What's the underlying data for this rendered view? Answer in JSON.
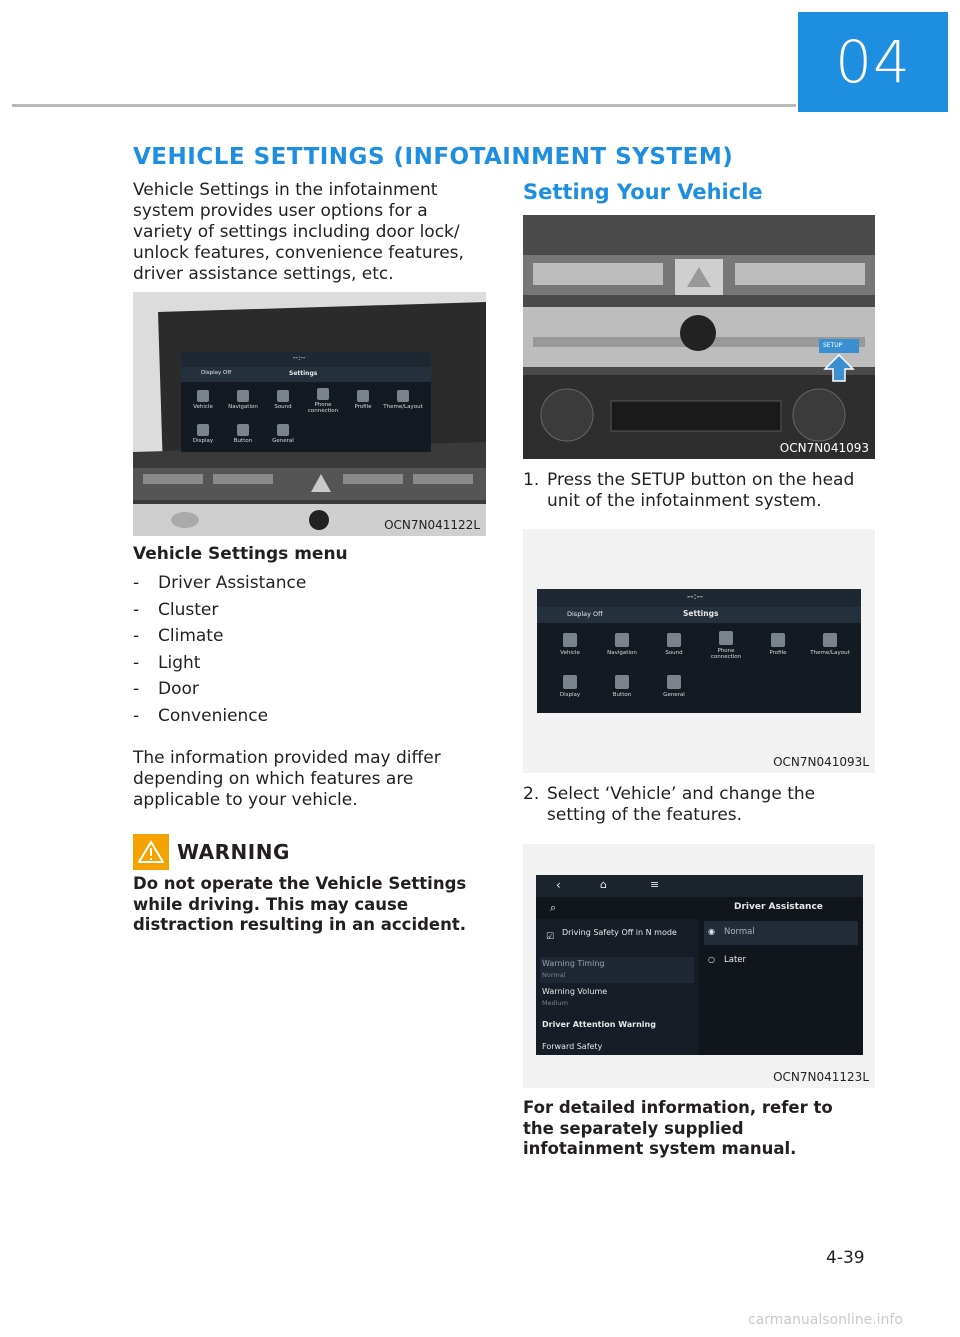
{
  "header": {
    "chapter_number": "04"
  },
  "section_title": "VEHICLE SETTINGS (INFOTAINMENT SYSTEM)",
  "intro_text": "Vehicle Settings in the infotainment system provides user options for a variety of settings including door lock/ unlock features, convenience features, driver assistance settings, etc.",
  "figure1": {
    "label": "OCN7N041122L",
    "screen": {
      "top_left": "Display Off",
      "title": "Settings",
      "clock": "--:--",
      "apps": [
        "Vehicle",
        "Navigation",
        "Sound",
        "Phone connection",
        "Profile",
        "Theme/Layout",
        "Display",
        "Button",
        "General"
      ]
    }
  },
  "menu_heading": "Vehicle Settings menu",
  "menu_items": [
    {
      "dash": "-",
      "label": "Driver Assistance"
    },
    {
      "dash": "-",
      "label": "Cluster"
    },
    {
      "dash": "-",
      "label": "Climate"
    },
    {
      "dash": "-",
      "label": "Light"
    },
    {
      "dash": "-",
      "label": "Door"
    },
    {
      "dash": "-",
      "label": "Convenience"
    }
  ],
  "info_text": "The information provided may differ depending on which features are applicable to your vehicle.",
  "warning": {
    "title": "WARNING",
    "text": "Do not operate the Vehicle Settings while driving. This may cause distraction resulting in an accident."
  },
  "setting_title": "Setting Your Vehicle",
  "figure2": {
    "label": "OCN7N041093",
    "button_text": "SETUP"
  },
  "step1": {
    "number": "1.",
    "line1": "Press the SETUP button on the head",
    "line2": "unit of the infotainment system."
  },
  "figure3": {
    "label": "OCN7N041093L",
    "screen": {
      "top_left": "Display Off",
      "title": "Settings",
      "clock": "--:--",
      "apps": [
        "Vehicle",
        "Navigation",
        "Sound",
        "Phone connection",
        "Profile",
        "Theme/Layout",
        "Display",
        "Button",
        "General"
      ]
    }
  },
  "step2": {
    "number": "2.",
    "line1": "Select ‘Vehicle’ and change the",
    "line2": "setting of the features."
  },
  "figure4": {
    "label": "OCN7N041123L",
    "screen": {
      "title": "Driver Assistance",
      "left_items": [
        {
          "title": "Driving Safety Off in N mode",
          "sub": ""
        },
        {
          "title": "Warning Timing",
          "sub": "Normal"
        },
        {
          "title": "Warning Volume",
          "sub": "Medium"
        },
        {
          "title": "Driver Attention Warning",
          "sub": ""
        },
        {
          "title": "Forward Safety",
          "sub": ""
        }
      ],
      "options": [
        "Normal",
        "Later"
      ]
    }
  },
  "final_note": "For detailed information, refer to the separately supplied infotainment system manual.",
  "page_number": "4-39",
  "watermark": "carmanualsonline.info",
  "colors": {
    "accent": "#1e8fe0",
    "warning": "#f4a300",
    "rule": "#b9b9b9"
  }
}
